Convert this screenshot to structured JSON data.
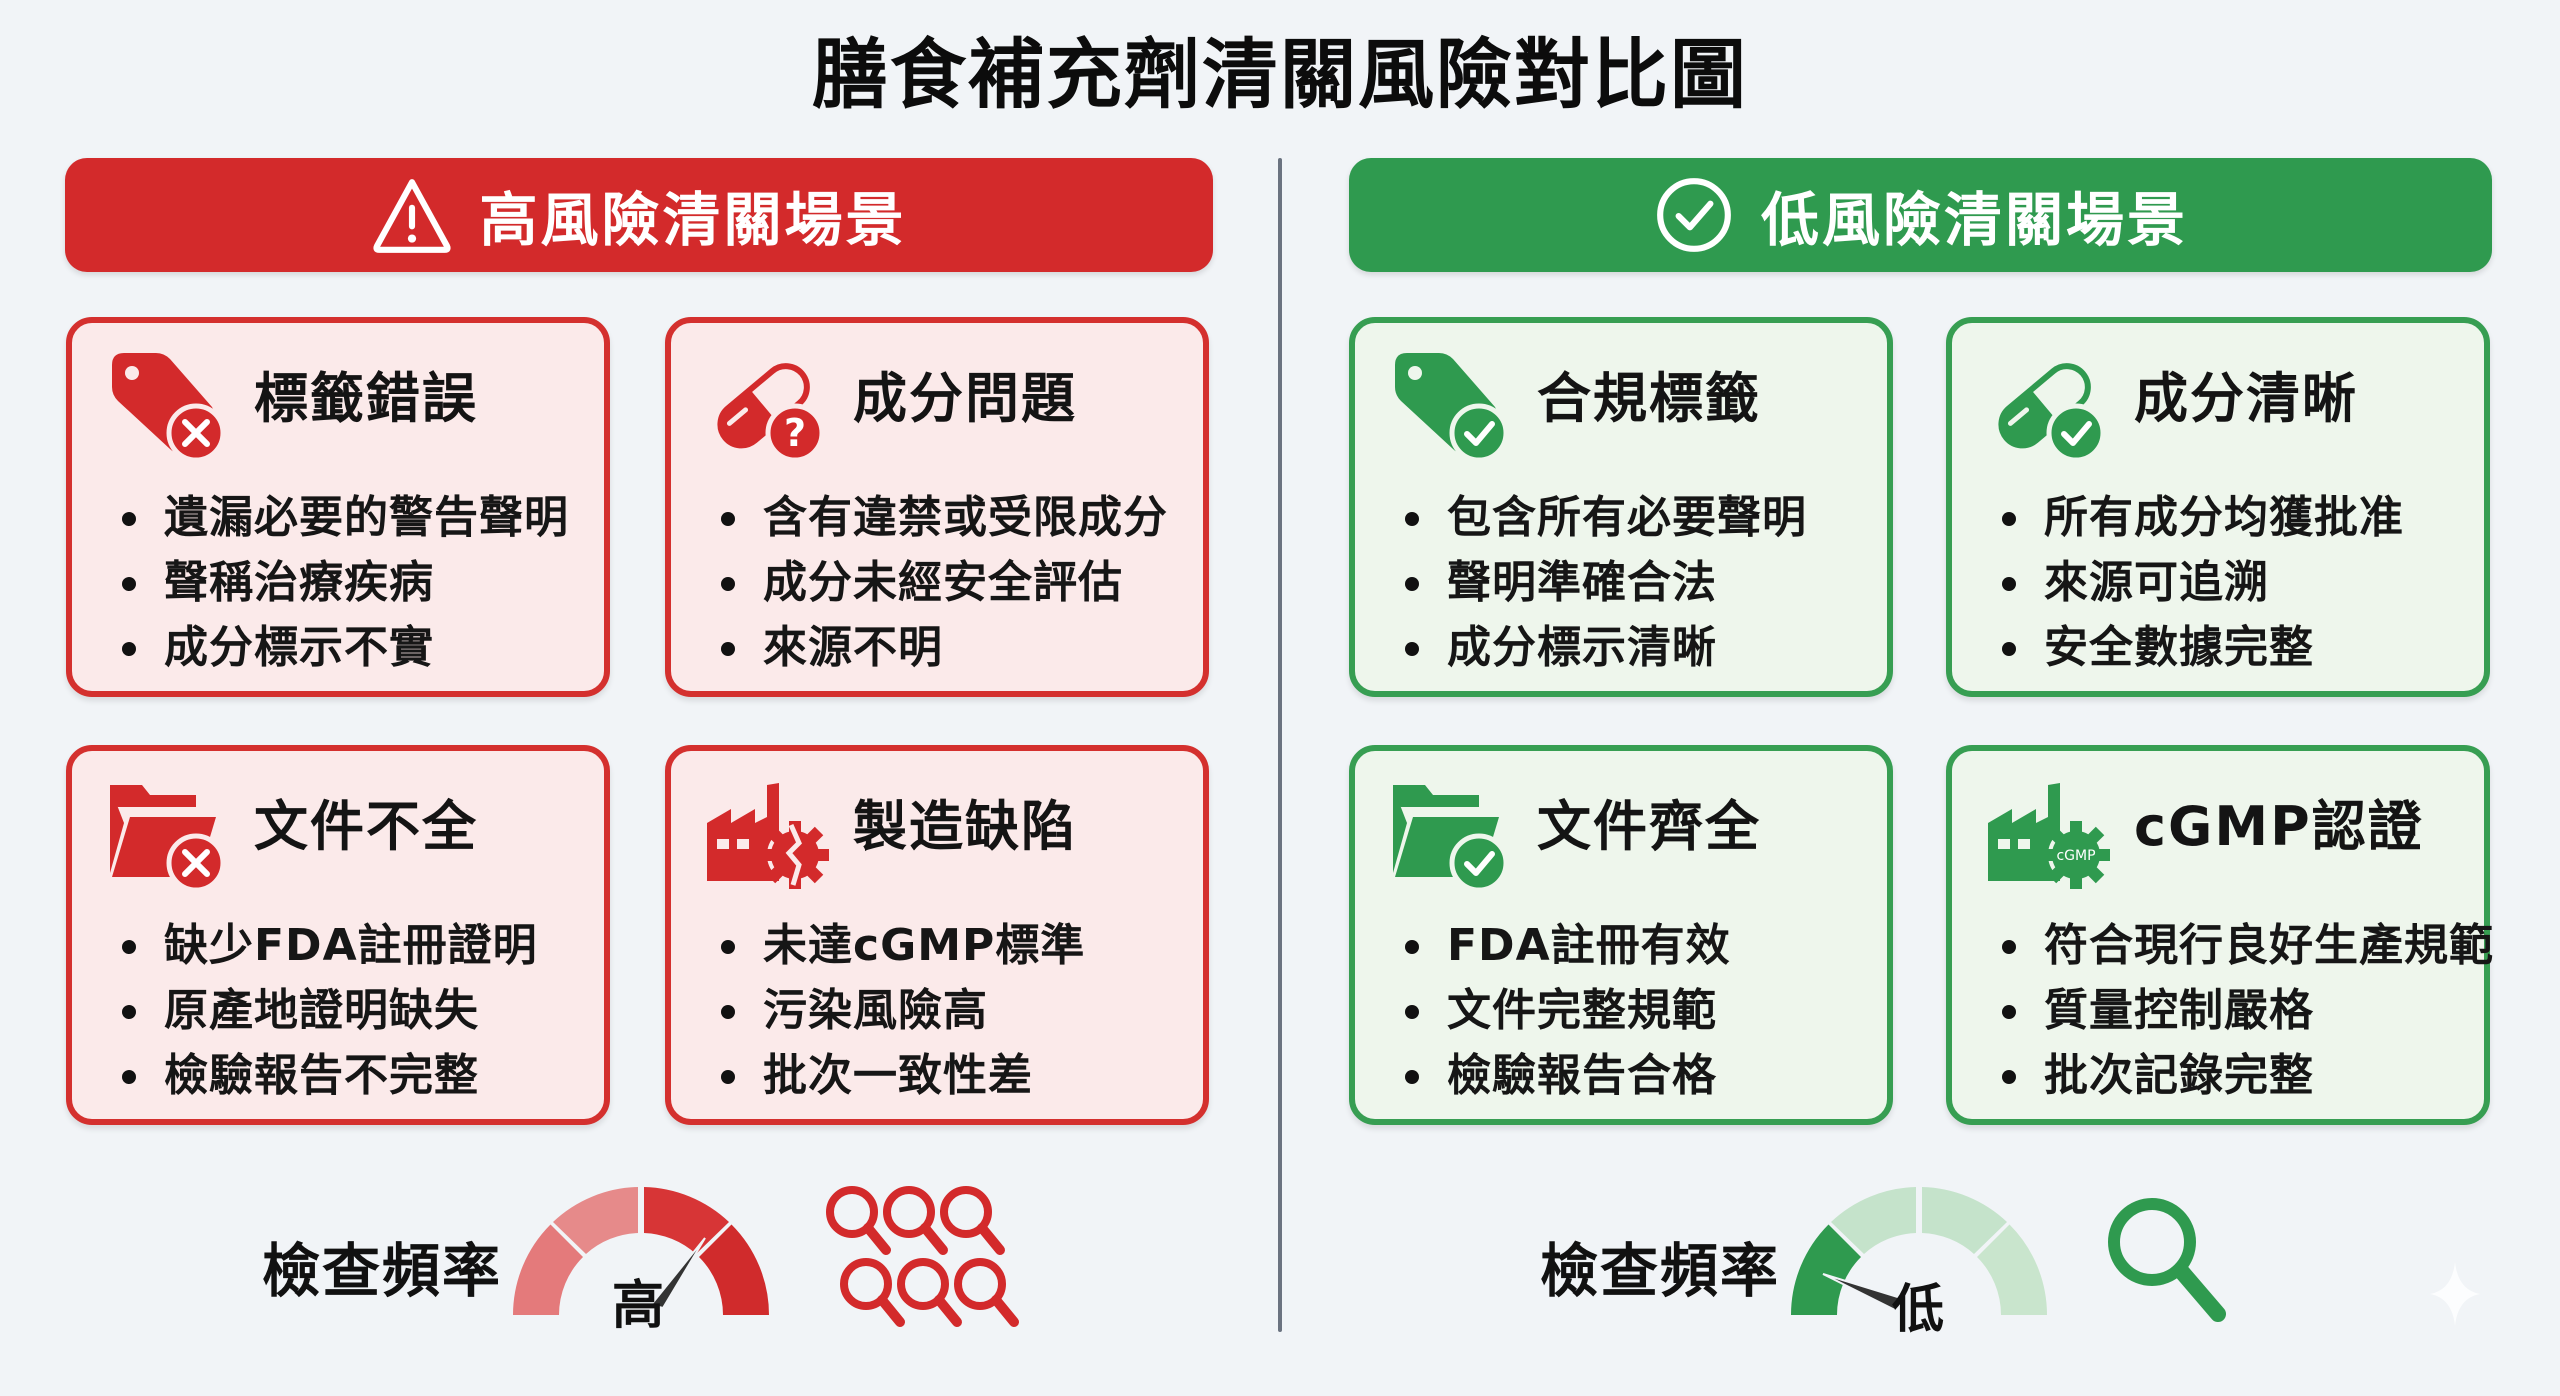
{
  "title": "膳食補充劑清關風險對比圖",
  "high_risk": {
    "header": "高風險清關場景",
    "header_icon": "warning-triangle-icon",
    "color": "#d32a2b",
    "cards": [
      {
        "title": "標籤錯誤",
        "icon": "tag-x-icon",
        "items": [
          "遺漏必要的警告聲明",
          "聲稱治療疾病",
          "成分標示不實"
        ]
      },
      {
        "title": "成分問題",
        "icon": "capsule-question-icon",
        "items": [
          "含有違禁或受限成分",
          "成分未經安全評估",
          "來源不明"
        ]
      },
      {
        "title": "文件不全",
        "icon": "folder-x-icon",
        "items": [
          "缺少FDA註冊證明",
          "原產地證明缺失",
          "檢驗報告不完整"
        ]
      },
      {
        "title": "製造缺陷",
        "icon": "factory-broken-gear-icon",
        "items": [
          "未達cGMP標準",
          "污染風險高",
          "批次一致性差"
        ]
      }
    ],
    "inspection": {
      "label": "檢查頻率",
      "level": "高",
      "magnifier_count": 6
    }
  },
  "low_risk": {
    "header": "低風險清關場景",
    "header_icon": "check-circle-icon",
    "color": "#2f9a4f",
    "cards": [
      {
        "title": "合規標籤",
        "icon": "tag-check-icon",
        "items": [
          "包含所有必要聲明",
          "聲明準確合法",
          "成分標示清晰"
        ]
      },
      {
        "title": "成分清晰",
        "icon": "capsule-check-icon",
        "items": [
          "所有成分均獲批准",
          "來源可追溯",
          "安全數據完整"
        ]
      },
      {
        "title": "文件齊全",
        "icon": "folder-check-icon",
        "items": [
          "FDA註冊有效",
          "文件完整規範",
          "檢驗報告合格"
        ]
      },
      {
        "title": "cGMP認證",
        "icon": "factory-cgmp-gear-icon",
        "gear_text": "cGMP",
        "items": [
          "符合現行良好生產規範",
          "質量控制嚴格",
          "批次記錄完整"
        ]
      }
    ],
    "inspection": {
      "label": "檢查頻率",
      "level": "低",
      "magnifier_count": 1
    }
  }
}
